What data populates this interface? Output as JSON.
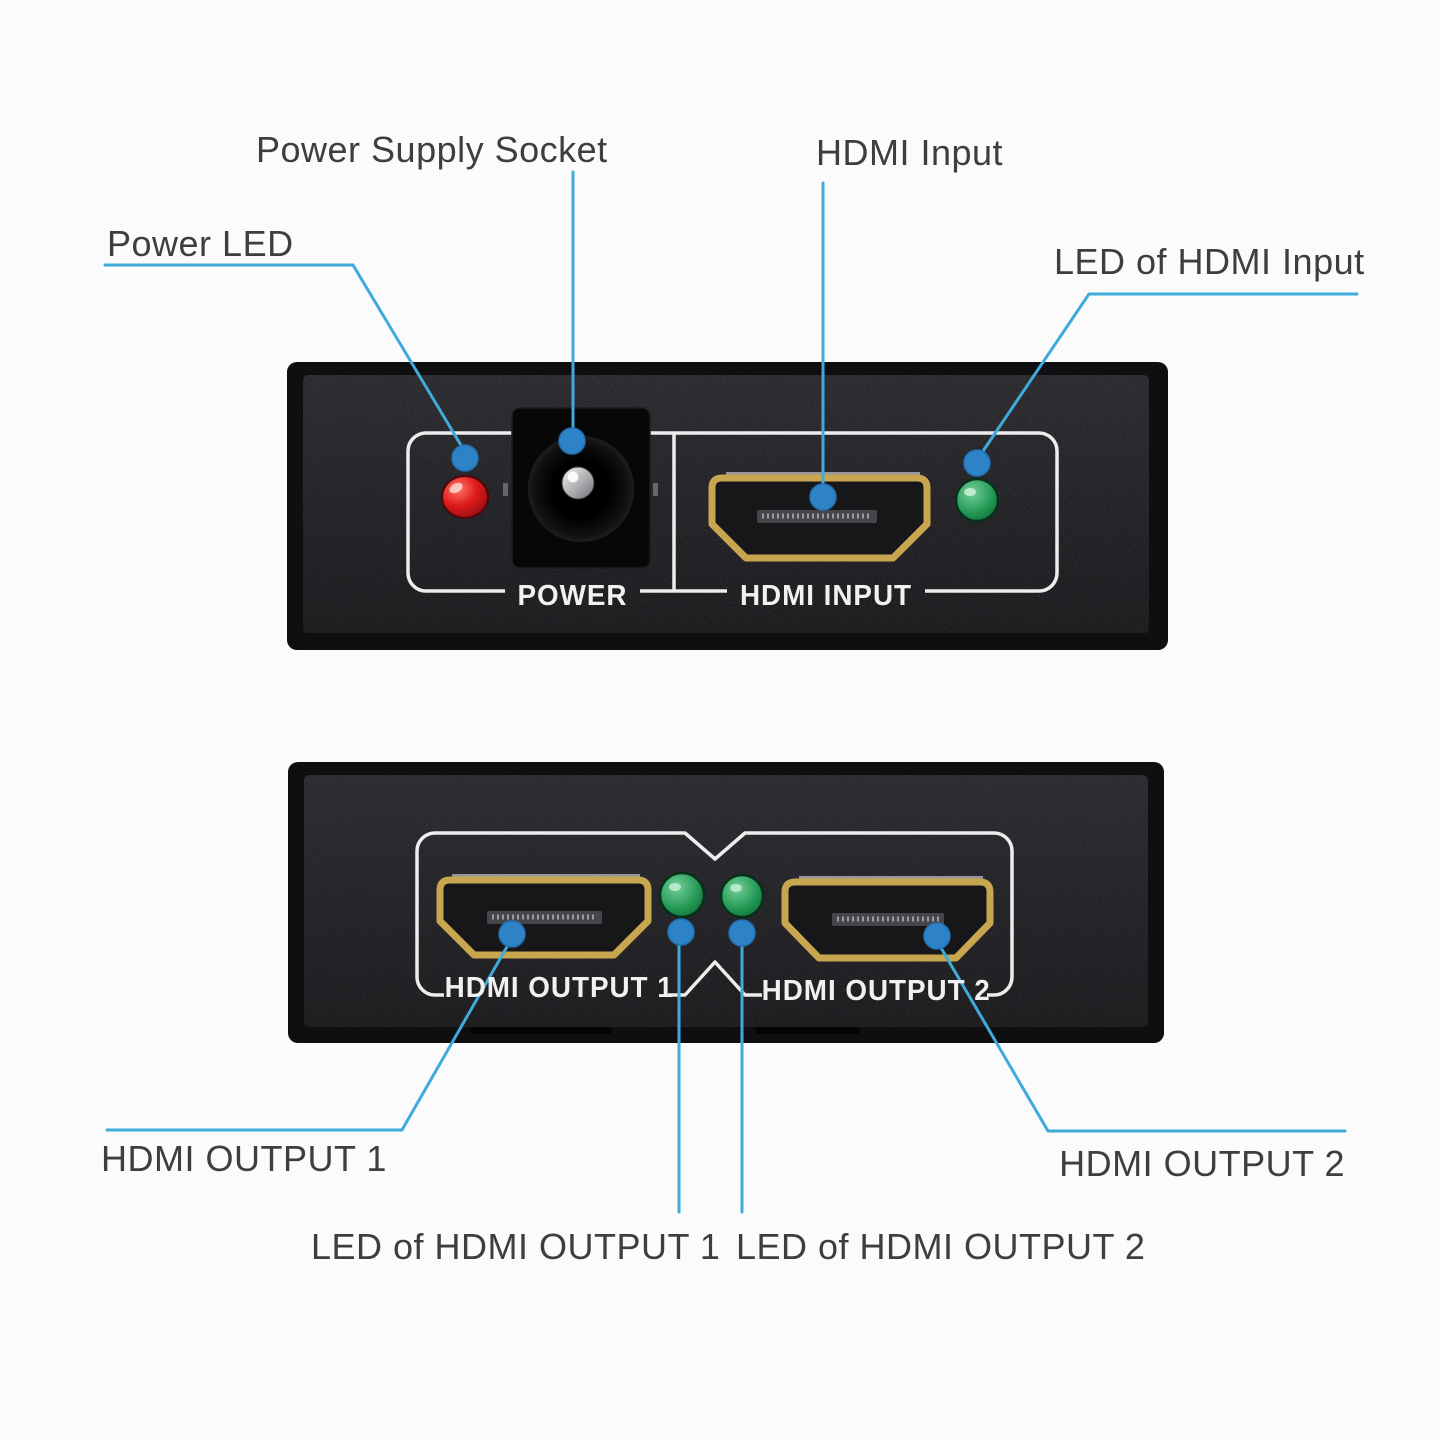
{
  "figure": {
    "type": "annotated-product-diagram",
    "subject": "HDMI splitter 1x2 — top panel (power + input) and bottom panel (two outputs)"
  },
  "labels": {
    "power_led": "Power LED",
    "power_supply_socket": "Power Supply Socket",
    "hdmi_input": "HDMI Input",
    "led_of_hdmi_input": "LED of HDMI Input",
    "hdmi_output_1": "HDMI OUTPUT 1",
    "hdmi_output_2": "HDMI OUTPUT 2",
    "led_of_hdmi_output_1": "LED of HDMI OUTPUT 1",
    "led_of_hdmi_output_2": "LED of HDMI OUTPUT 2"
  },
  "panel_markings": {
    "power": "POWER",
    "hdmi_input": "HDMI INPUT",
    "hdmi_output_1": "HDMI OUTPUT 1",
    "hdmi_output_2": "HDMI OUTPUT 2"
  },
  "colors": {
    "background": "#FBFBFB",
    "label_text": "#3E3E3E",
    "callout_line": "#3EABDB",
    "callout_dot": "#2E82C6",
    "device_body": "#0F0F11",
    "panel_outline": "#EDEDED",
    "panel_text": "#F1F1F1",
    "hdmi_gold": "#C8A54F",
    "power_led_red": "#D31A20",
    "status_led_green": "#23934F"
  }
}
